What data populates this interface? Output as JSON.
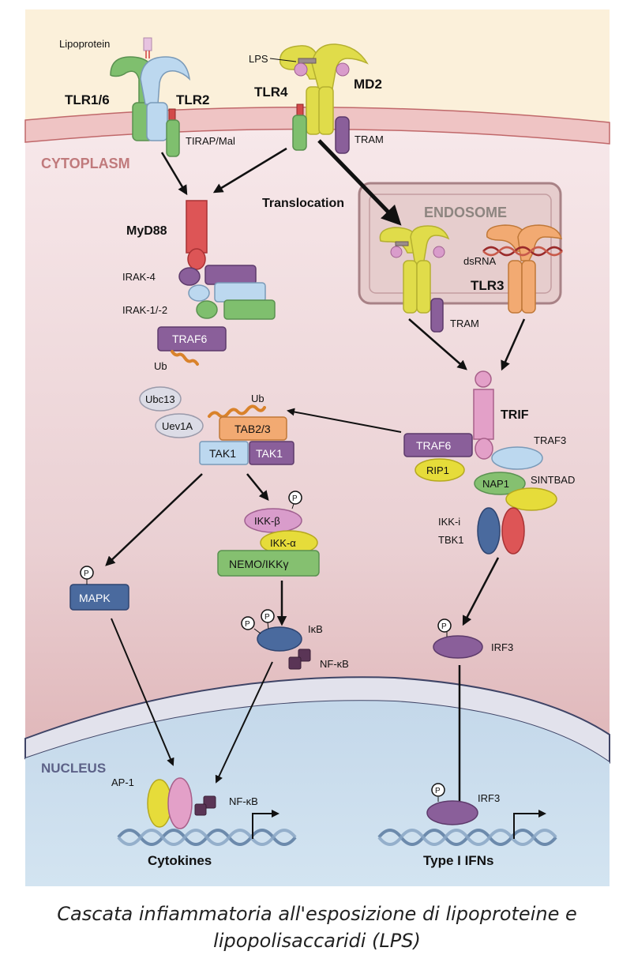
{
  "compartments": {
    "cytoplasm": "CYTOPLASM",
    "endosome": "ENDOSOME",
    "nucleus": "NUCLEUS"
  },
  "ligands": {
    "lipoprotein": "Lipoprotein",
    "lps": "LPS",
    "dsrna": "dsRNA"
  },
  "receptors": {
    "tlr16": "TLR1/6",
    "tlr2": "TLR2",
    "tlr4": "TLR4",
    "md2": "MD2",
    "tlr3": "TLR3"
  },
  "adaptors": {
    "tirap": "TIRAP/Mal",
    "tram_membrane": "TRAM",
    "tram_endosome": "TRAM",
    "myd88": "MyD88",
    "trif": "TRIF"
  },
  "process": {
    "translocation": "Translocation"
  },
  "myd88_pathway": {
    "irak4": "IRAK-4",
    "irak12": "IRAK-1/-2",
    "traf6": "TRAF6",
    "ub1": "Ub",
    "ubc13": "Ubc13",
    "uev1a": "Uev1A",
    "ub2": "Ub",
    "tab23": "TAB2/3",
    "tak1_a": "TAK1",
    "tak1_b": "TAK1",
    "ikk_beta": "IKK-β",
    "ikk_alpha": "IKK-α",
    "nemo": "NEMO/IKKγ",
    "mapk": "MAPK",
    "ikb": "IκB",
    "nfkb_cyto": "NF-κB"
  },
  "trif_pathway": {
    "traf6": "TRAF6",
    "rip1": "RIP1",
    "traf3": "TRAF3",
    "nap1": "NAP1",
    "sintbad": "SINTBAD",
    "ikki": "IKK-i",
    "tbk1": "TBK1",
    "irf3_cyto": "IRF3"
  },
  "nucleus_content": {
    "ap1": "AP-1",
    "nfkb": "NF-κB",
    "irf3": "IRF3",
    "gene_left": "Cytokines",
    "gene_right": "Type I IFNs"
  },
  "phospho_symbol": "P",
  "caption": {
    "line1": "Cascata infiammatoria all'esposizione  di lipoproteine e",
    "line2": "lipopolisaccaridi (LPS)"
  },
  "colors": {
    "extracellular": "#fbf0da",
    "membrane": "#efc4c4",
    "membrane_edge": "#c0686a",
    "cytoplasm_top": "#f6e6e8",
    "cytoplasm_bottom": "#dcaeb0",
    "nucleus": "#cfe0ee",
    "nuclear_envelope": "#e2e2ec",
    "endosome": "#e6cdcd",
    "tlr_green": "#85c070",
    "tlr_blue": "#bcd8ef",
    "tlr_yellow": "#e0dc4a",
    "tlr_orange": "#f2aa72",
    "purple": "#8a5f9a",
    "myd88_red": "#dd5556",
    "trif_pink": "#e3a0c8",
    "mapk_blue": "#4a6a9e",
    "nfkb_dark": "#5a3556"
  }
}
